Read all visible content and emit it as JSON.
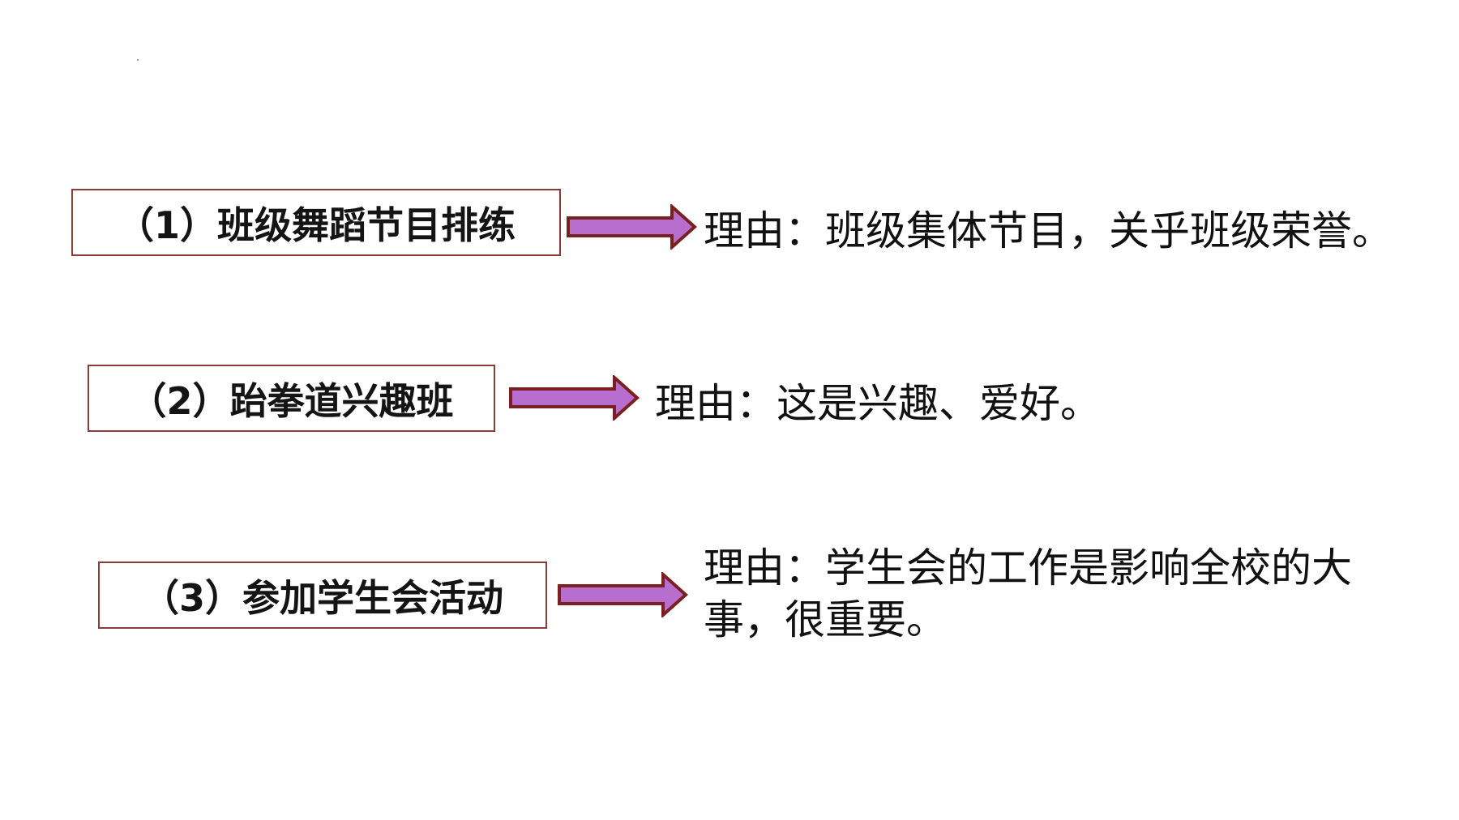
{
  "colors": {
    "box_border": "#8c3a3a",
    "arrow_fill": "#b86ecf",
    "arrow_stroke": "#7a2020",
    "text": "#111111"
  },
  "items": [
    {
      "label": "（1）班级舞蹈节目排练",
      "reason": "理由：班级集体节目，关乎班级荣誉。"
    },
    {
      "label": "（2）跆拳道兴趣班",
      "reason": "理由：这是兴趣、爱好。"
    },
    {
      "label": "（3）参加学生会活动",
      "reason": "理由：学生会的工作是影响全校的大事，很重要。"
    }
  ],
  "icons": {
    "arrow": "right-arrow-icon"
  }
}
